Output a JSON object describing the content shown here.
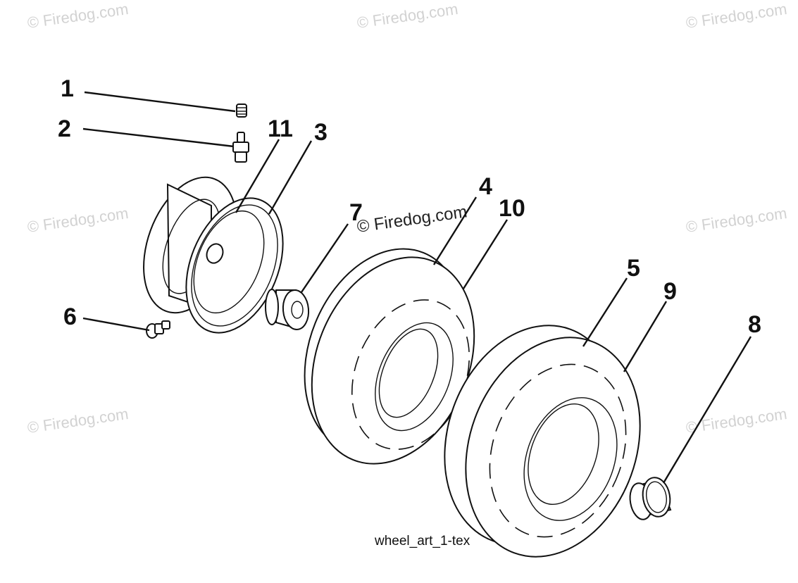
{
  "watermark": "© Firedog.com",
  "caption": "wheel_art_1-tex",
  "callouts": {
    "p1": "1",
    "p2": "2",
    "p3": "3",
    "p4": "4",
    "p5": "5",
    "p6": "6",
    "p7": "7",
    "p8": "8",
    "p9": "9",
    "p10": "10",
    "p11": "11"
  }
}
